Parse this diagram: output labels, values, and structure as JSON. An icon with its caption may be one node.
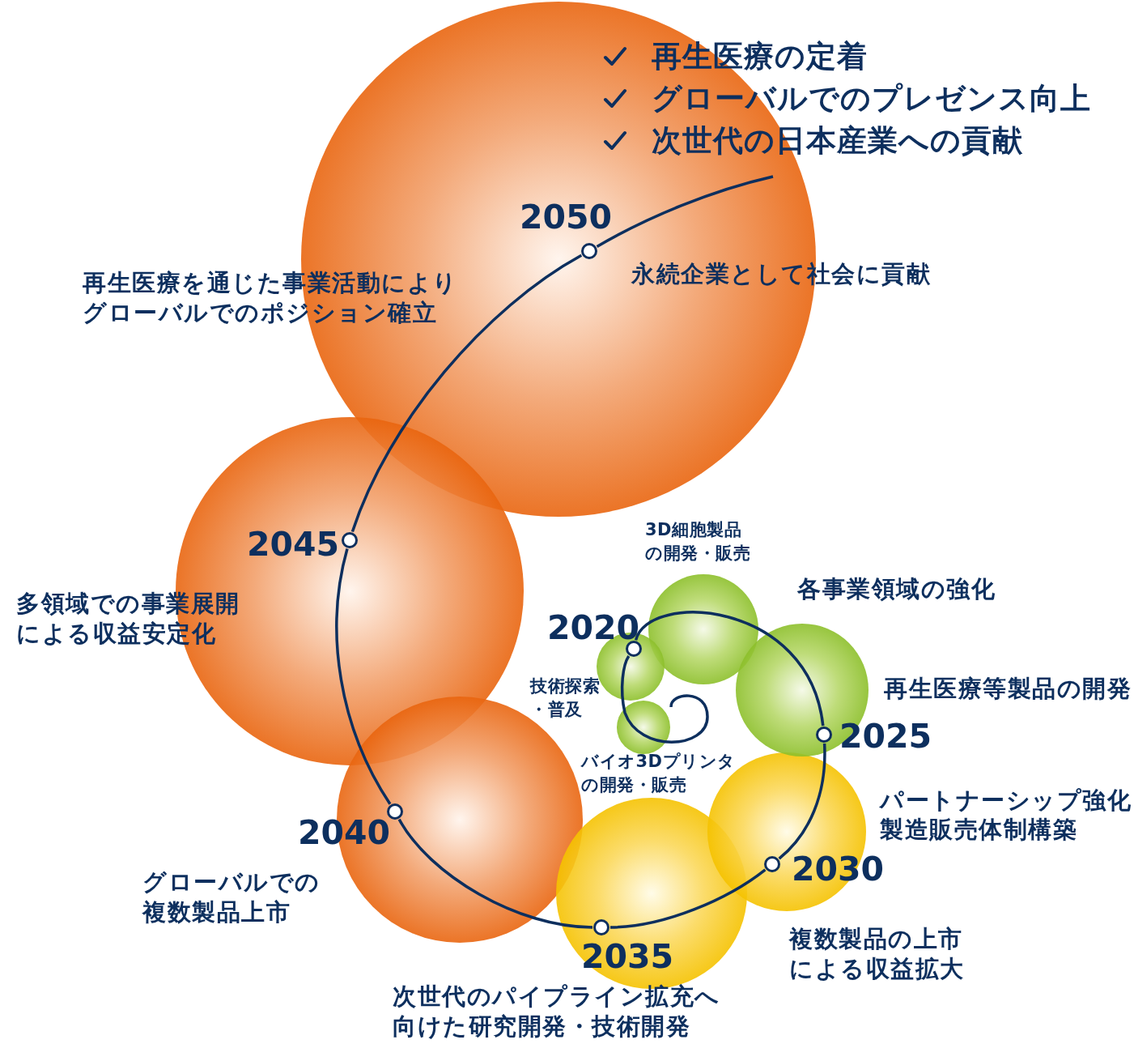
{
  "diagram": {
    "nodes": [
      {
        "text": [
          "2020"
        ]
      },
      {
        "text": [
          "2025"
        ],
        "beside": [
          "各事業領域の強化",
          "再生医療等製品の開発"
        ]
      },
      {
        "text": [
          "2030"
        ],
        "beside": [
          "パートナーシップ強化",
          "製造販売体制構築",
          "複数製品の上市による収益拡大"
        ]
      },
      {
        "text": [
          "2035"
        ],
        "beside": [
          "次世代のパイプライン拡充へ向けた研究開発・技術開発"
        ]
      },
      {
        "text": [
          "2040"
        ],
        "beside": [
          "グローバルでの複数製品上市"
        ]
      },
      {
        "text": [
          "2045"
        ]
      },
      {
        "text": [
          "2050"
        ],
        "beside": [
          "永続企業として社会に貢献"
        ]
      }
    ],
    "edges": [
      {
        "from": null,
        "to": 0,
        "arrow": "none"
      },
      {
        "from": 0,
        "to": 1,
        "arrow": "none"
      },
      {
        "from": 1,
        "to": 2,
        "arrow": "none"
      },
      {
        "from": 2,
        "to": 3,
        "arrow": "none"
      },
      {
        "from": 3,
        "to": 4,
        "arrow": "none"
      },
      {
        "from": 4,
        "to": 5,
        "arrow": "none"
      },
      {
        "from": 5,
        "to": 6,
        "arrow": "none"
      },
      {
        "from": 6,
        "to": null,
        "arrow": "none"
      }
    ],
    "labels": [
      "再生医療の定着",
      "グローバルでのプレゼンス向上",
      "次世代の日本産業への貢献",
      "再生医療を通じた事業活動によりグローバルでのポジション確立",
      "3D細胞製品の開発・販売",
      "多領域での事業展開による収益安定化",
      "技術探索・普及",
      "バイオ3Dプリンタの開発・販売"
    ]
  }
}
